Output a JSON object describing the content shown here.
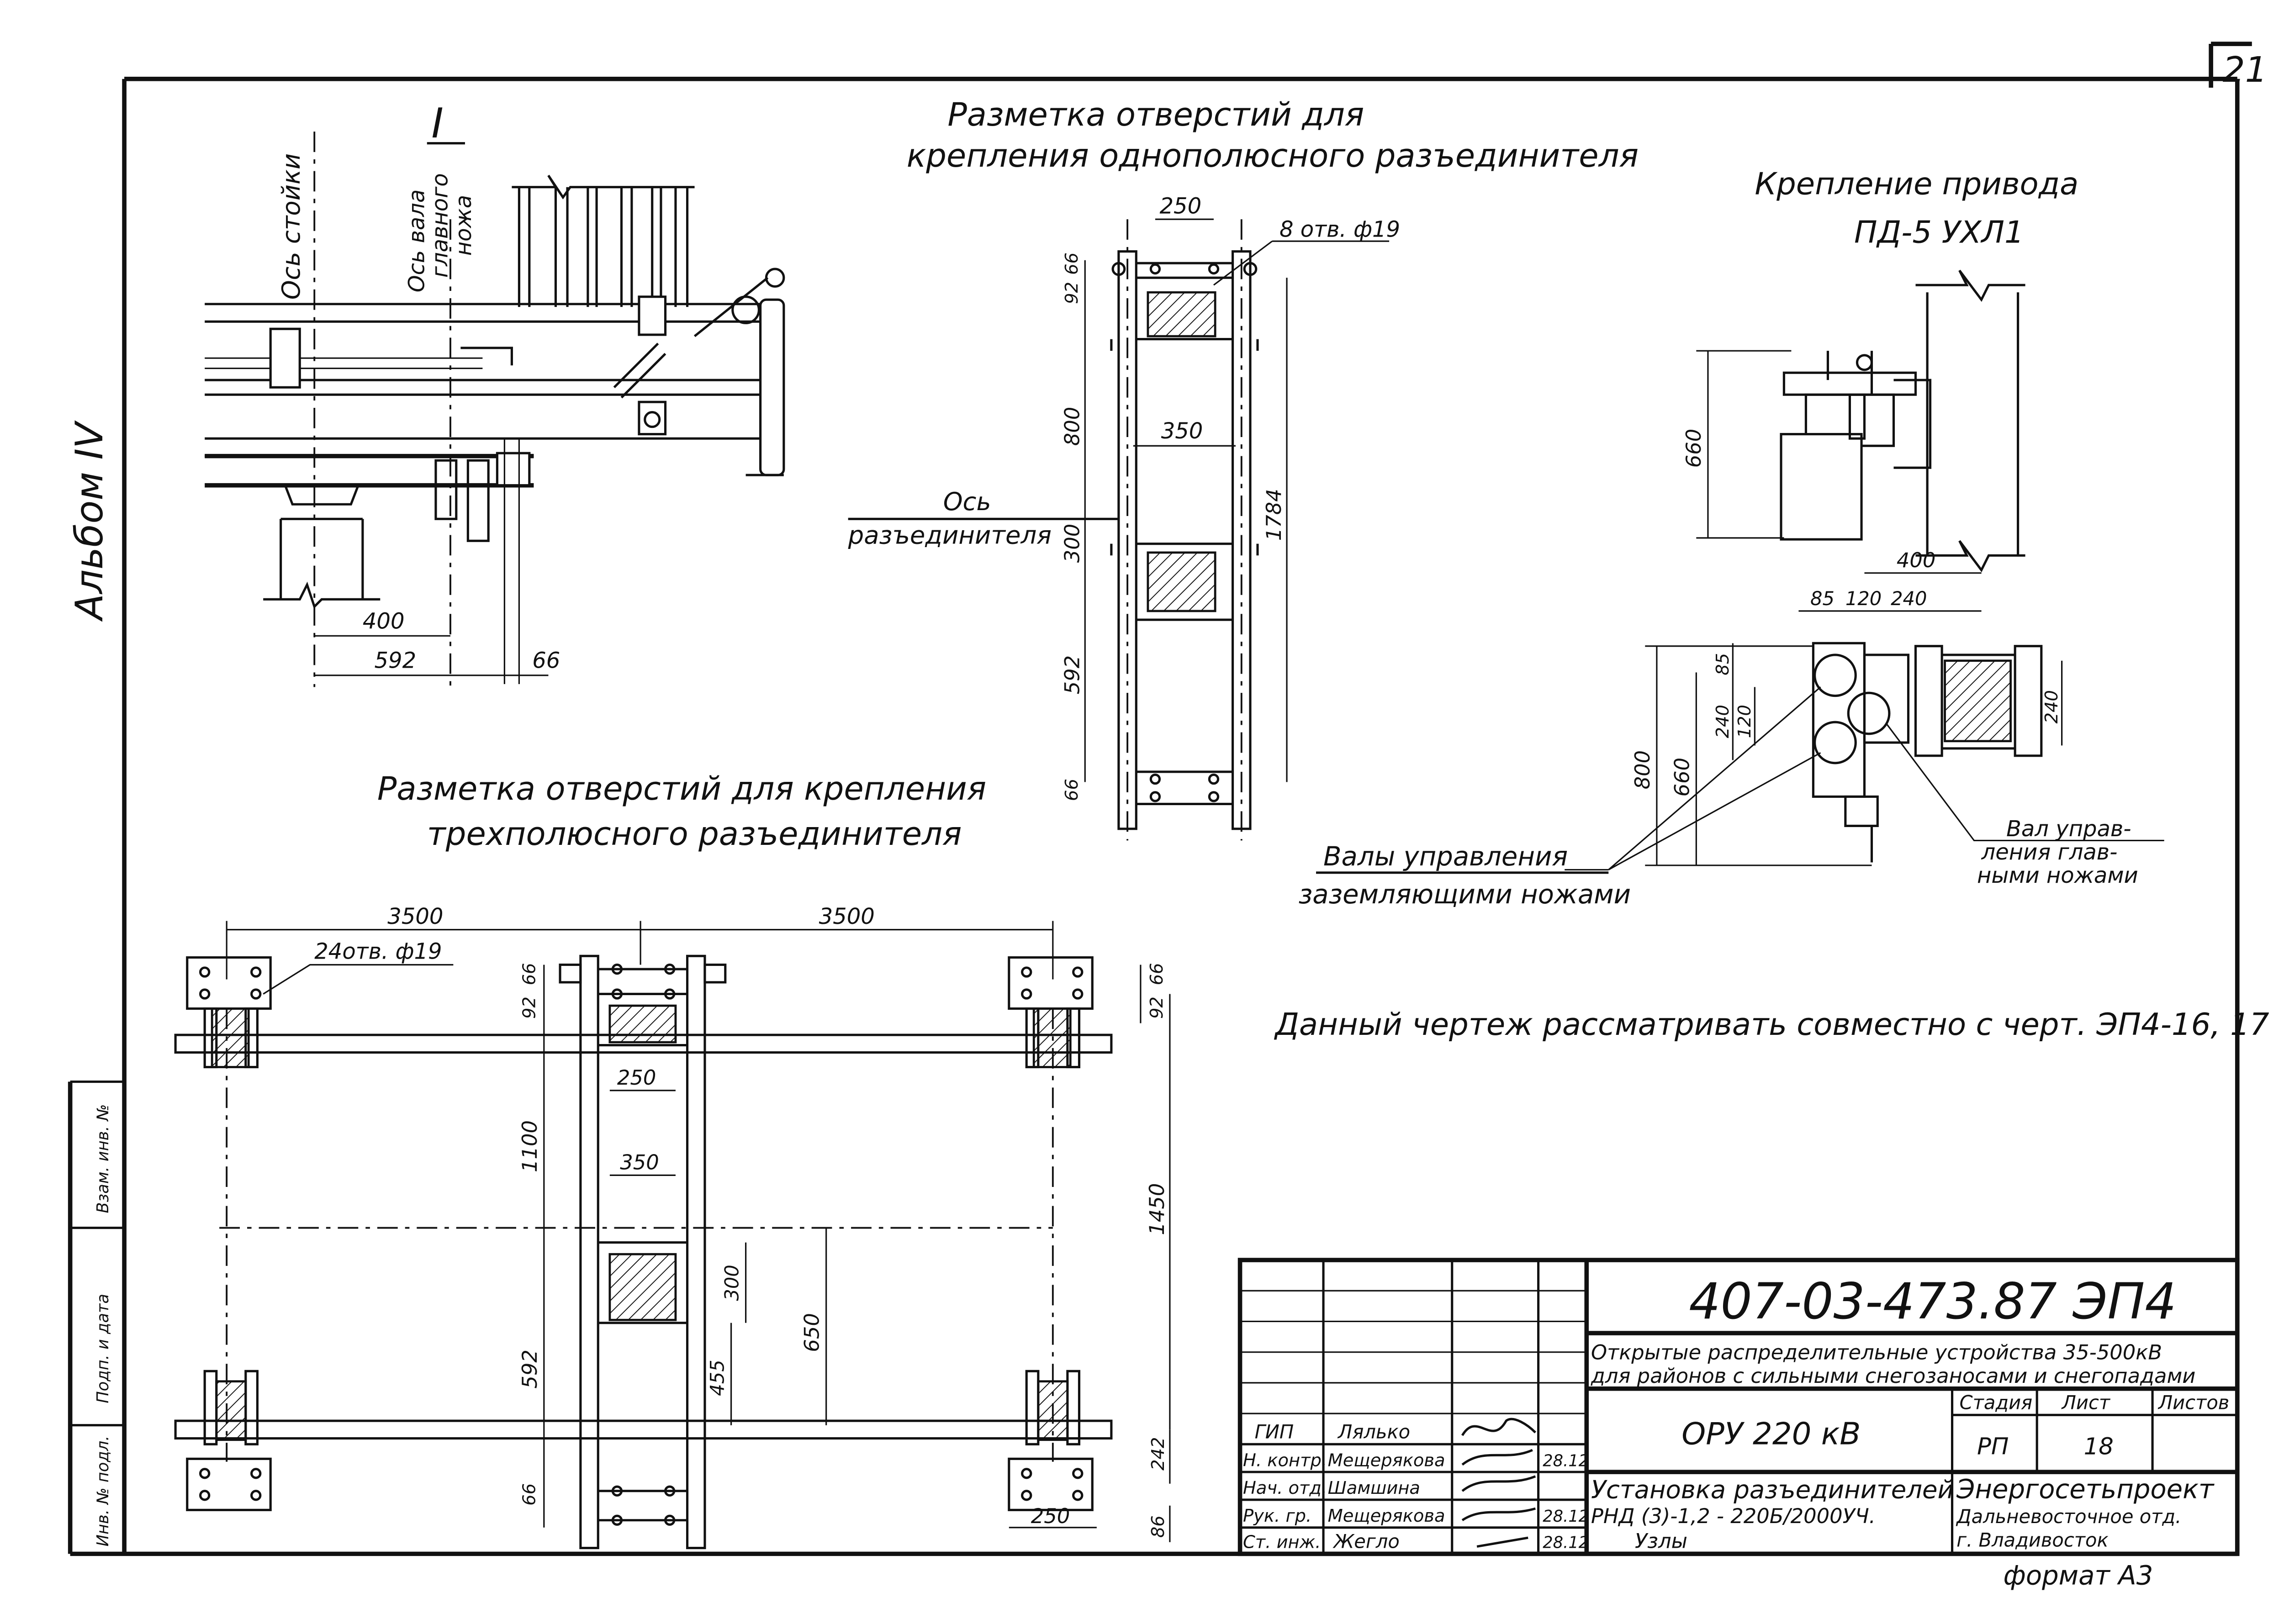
{
  "sheet": {
    "number": "21",
    "album": "Альбом IV",
    "left_stamp_1": "Инв. № подл.",
    "left_stamp_2": "Подп. и дата",
    "left_stamp_3": "Взам. инв. №",
    "format": "формат А3"
  },
  "view_I": {
    "mark": "I",
    "axis_post": "Ось стойки",
    "axis_shaft_l1": "Ось вала",
    "axis_shaft_l2": "главного",
    "axis_shaft_l3": "ножа",
    "dim_400": "400",
    "dim_592": "592",
    "dim_66": "66"
  },
  "single_pole": {
    "title_l1": "Разметка  отверстий  для",
    "title_l2": "крепления  однополюсного  разъединителя",
    "dim_250": "250",
    "holes": "8 отв. ф19",
    "dim_66a": "66",
    "dim_92": "92",
    "dim_800": "800",
    "dim_350": "350",
    "dim_1784": "1784",
    "axis_l1": "Ось",
    "axis_l2": "разъединителя",
    "dim_300": "300",
    "dim_592": "592",
    "dim_66b": "66"
  },
  "drive": {
    "title_l1": "Крепление  привода",
    "title_l2": "ПД-5  УХЛ1",
    "dim_660": "660",
    "dim_400": "400",
    "dim_85a": "85",
    "dim_120a": "120",
    "dim_240a": "240",
    "dim_85b": "85",
    "dim_240b": "240",
    "dim_120b": "120",
    "dim_240c": "240",
    "dim_800": "800",
    "dim_660b": "660",
    "earth_shafts_l1": "Валы  управления",
    "earth_shafts_l2": "заземляющими  ножами",
    "main_shaft_l1": "Вал  управ-",
    "main_shaft_l2": "ления  глав-",
    "main_shaft_l3": "ными  ножами"
  },
  "three_pole": {
    "title_l1": "Разметка  отверстий  для  крепления",
    "title_l2": "трехполюсного  разъединителя",
    "dim_3500a": "3500",
    "dim_3500b": "3500",
    "holes": "24отв. ф19",
    "dim_66a": "66",
    "dim_92": "92",
    "dim_250a": "250",
    "dim_1100": "1100",
    "dim_350": "350",
    "dim_300": "300",
    "dim_455": "455",
    "dim_650": "650",
    "dim_592": "592",
    "dim_66b": "66",
    "dim_66r": "66",
    "dim_92r": "92",
    "dim_1450": "1450",
    "dim_242": "242",
    "dim_250b": "250",
    "dim_86": "86"
  },
  "note": "Данный  чертеж  рассматривать  совместно  с  черт. ЭП4-16, 17",
  "title_block": {
    "code": "407-03-473.87  ЭП4",
    "desc_l1": "Открытые распределительные устройства 35-500кВ",
    "desc_l2": "для районов с сильными снегозаносами и снегопадами",
    "object": "ОРУ  220 кВ",
    "stage_h": "Стадия",
    "sheet_h": "Лист",
    "sheets_h": "Листов",
    "stage": "РП",
    "sheet_no": "18",
    "drawing_l1": "Установка разъединителей",
    "drawing_l2": "РНД (3)-1,2 - 220Б/2000УЧ.",
    "drawing_l3": "Узлы",
    "org_l1": "Энергосетьпроект",
    "org_l2": "Дальневосточное отд.",
    "org_l3": "г. Владивосток",
    "staff": [
      {
        "role": "ГИП",
        "name": "Лялько",
        "date": ""
      },
      {
        "role": "Н. контр.",
        "name": "Мещерякова",
        "date": "28.12"
      },
      {
        "role": "Нач. отд.",
        "name": "Шамшина",
        "date": ""
      },
      {
        "role": "Рук. гр.",
        "name": "Мещерякова",
        "date": "28.12"
      },
      {
        "role": "Ст. инж.",
        "name": "Жегло",
        "date": "28.12"
      }
    ]
  }
}
